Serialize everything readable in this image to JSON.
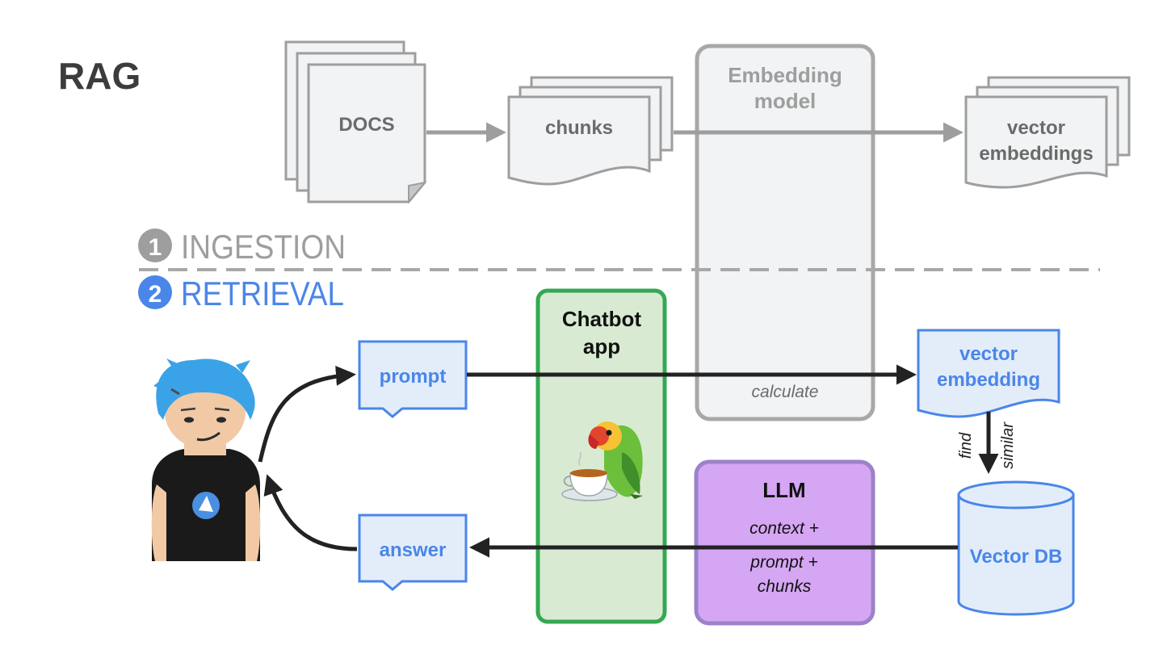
{
  "title": "RAG",
  "ingestion": {
    "step_number": "1",
    "label": "INGESTION",
    "docs_label": "DOCS",
    "chunks_label": "chunks",
    "embedding_model_line1": "Embedding",
    "embedding_model_line2": "model",
    "calculate_label": "calculate",
    "vector_embeddings_line1": "vector",
    "vector_embeddings_line2": "embeddings"
  },
  "retrieval": {
    "step_number": "2",
    "label": "RETRIEVAL",
    "prompt_label": "prompt",
    "answer_label": "answer",
    "chatbot_line1": "Chatbot",
    "chatbot_line2": "app",
    "vector_embedding_line1": "vector",
    "vector_embedding_line2": "embedding",
    "find_label": "find",
    "similar_label": "similar",
    "vector_db_label": "Vector DB",
    "llm_label": "LLM",
    "llm_line1": "context +",
    "llm_line2": "prompt +",
    "llm_line3": "chunks"
  },
  "colors": {
    "ingestion_gray": "#9e9e9e",
    "retrieval_blue": "#4a86e8",
    "chatbot_green": "#34a853",
    "llm_purple": "#a485d8",
    "arrow_dark": "#222222"
  }
}
